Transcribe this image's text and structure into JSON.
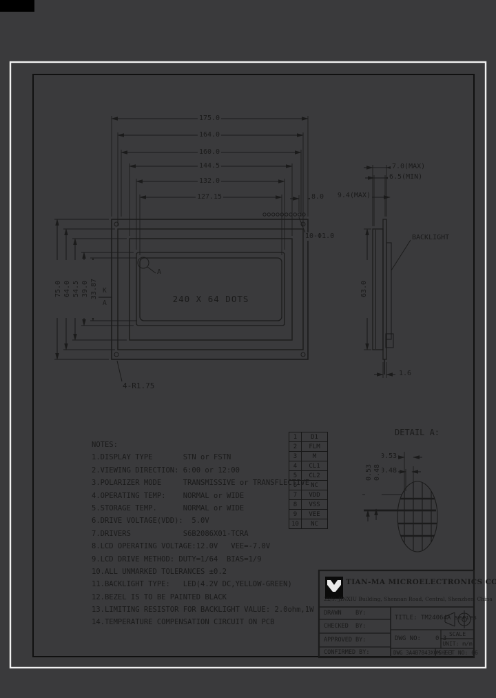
{
  "front_view": {
    "top_dims": [
      "175.0",
      "164.0",
      "160.0",
      "144.5",
      "132.0",
      "127.15"
    ],
    "left_dims": [
      "75.0",
      "64.0",
      "54.5",
      "39.0",
      "33.87"
    ],
    "pin_offset_dim": "8.0",
    "holes_note": "10-Φ1.0",
    "display_text": "240 X 64 DOTS",
    "corner_note": "4-R1.75",
    "detail_ref": "A",
    "backlight_terminals": {
      "cathode": "K",
      "anode": "A"
    }
  },
  "side_view": {
    "thickness_max": "7.0(MAX)",
    "thickness_min": "6.5(MIN)",
    "component_height": "9.4(MAX)",
    "height": "63.0",
    "pcb_thickness": "1.6",
    "backlight_label": "BACKLIGHT"
  },
  "detail_a": {
    "title": "DETAIL A:",
    "h_pitch": "0.53",
    "h_dot": "0.48",
    "v_pitch": "0.53",
    "v_dot": "0.48"
  },
  "pin_table": {
    "rows": [
      {
        "num": "1",
        "name": "D1"
      },
      {
        "num": "2",
        "name": "FLM"
      },
      {
        "num": "3",
        "name": "M"
      },
      {
        "num": "4",
        "name": "CL1"
      },
      {
        "num": "5",
        "name": "CL2"
      },
      {
        "num": "6",
        "name": "NC"
      },
      {
        "num": "7",
        "name": "VDD"
      },
      {
        "num": "8",
        "name": "VSS"
      },
      {
        "num": "9",
        "name": "VEE"
      },
      {
        "num": "10",
        "name": "NC"
      }
    ]
  },
  "notes": {
    "title": "NOTES:",
    "lines": [
      "1.DISPLAY TYPE       STN or FSTN",
      "2.VIEWING DIRECTION: 6:00 or 12:00",
      "3.POLARIZER MODE     TRANSMISSIVE or TRANSFLECTIVE",
      "4.OPERATING TEMP:    NORMAL or WIDE",
      "5.STORAGE TEMP.      NORMAL or WIDE",
      "6.DRIVE VOLTAGE(VDD):  5.0V",
      "7.DRIVERS            S6B2086X01-TCRA",
      "8.LCD OPERATING VOLTAGE:12.0V   VEE=-7.0V",
      "9.LCD DRIVE METHOD: DUTY=1/64  BIAS=1/9",
      "10.ALL UNMARKED TOLERANCES ±0.2",
      "11.BACKLIGHT TYPE:   LED(4.2V DC,YELLOW-GREEN)",
      "12.BEZEL IS TO BE PAINTED BLACK",
      "13.LIMITING RESISTOR FOR BACKLIGHT VALUE: 2.0ohm,1W",
      "14.TEMPERATURE COMPENSATION CIRCUIT ON PCB"
    ]
  },
  "title_block": {
    "company": "TIAN-MA MICROELECTRONICS CO.",
    "address": "22/F. JINXIU Building, Shennan Road, Central, Shenzhen, China",
    "drawn_label": "DRAWN    BY:",
    "checked_label": "CHECKED  BY:",
    "approved_label": "APPROVED BY:",
    "confirmed_label": "CONFIRMED BY:",
    "title_label": "TITLE:",
    "title_value": "TM24064A series",
    "dwg_no_label": "DWG NO:",
    "dwg_no_value": "0-3",
    "scale_label": "SCALE",
    "unit_label": "UNIT:",
    "unit_value": "m/m",
    "dwg_code": "DWG 3A4B7843X0M 2-3",
    "sheet_label": "SHEET NO:",
    "sheet_value": "06"
  },
  "colors": {
    "background": "#3a3a3c",
    "line": "#1b1b1b",
    "frame": "#f2f2f2"
  }
}
